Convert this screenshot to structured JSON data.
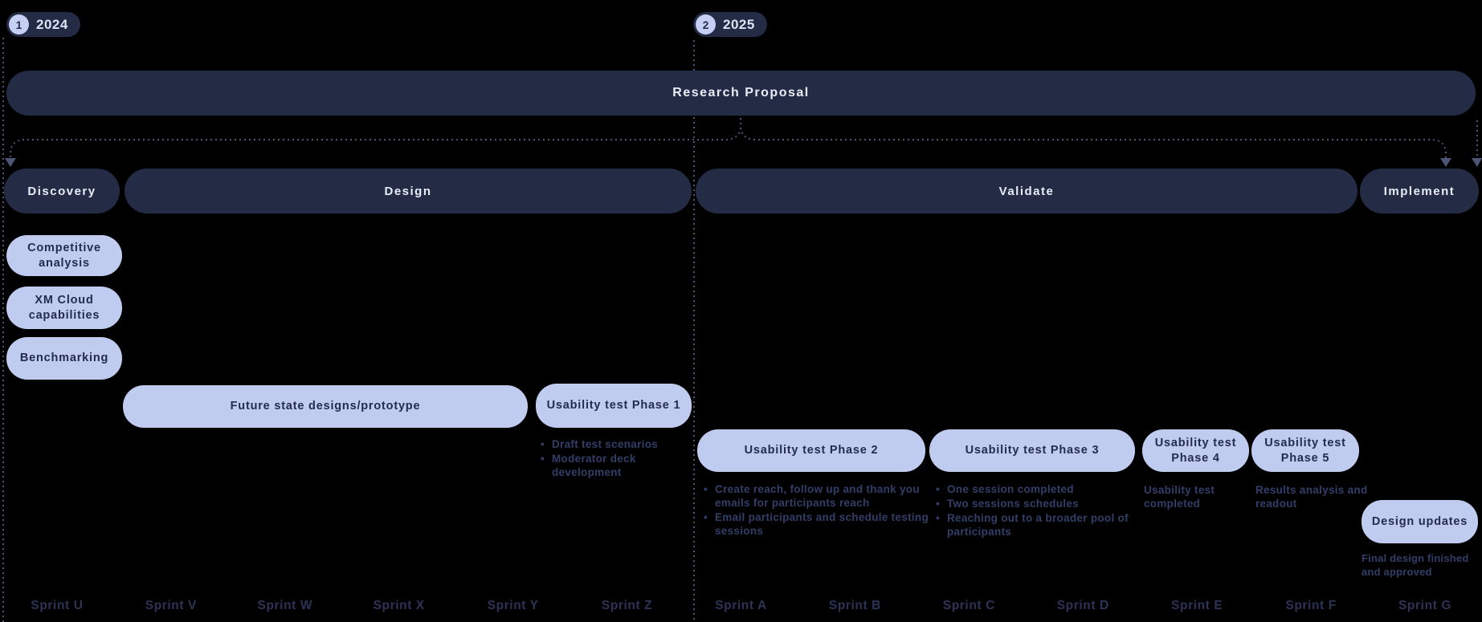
{
  "years": [
    {
      "index": "1",
      "label": "2024"
    },
    {
      "index": "2",
      "label": "2025"
    }
  ],
  "proposal": {
    "label": "Research Proposal"
  },
  "phases": [
    {
      "label": "Discovery"
    },
    {
      "label": "Design"
    },
    {
      "label": "Validate"
    },
    {
      "label": "Implement"
    }
  ],
  "discovery_activities": [
    {
      "label": "Competitive analysis"
    },
    {
      "label": "XM Cloud capabilities"
    },
    {
      "label": "Benchmarking"
    }
  ],
  "design_activities": [
    {
      "label": "Future state designs/prototype"
    },
    {
      "label": "Usability test Phase 1",
      "notes": [
        "Draft test scenarios",
        "Moderator deck development"
      ]
    }
  ],
  "validate_activities": [
    {
      "label": "Usability test Phase 2",
      "notes": [
        "Create reach, follow up and thank you emails for participants reach",
        "Email participants and schedule testing sessions"
      ]
    },
    {
      "label": "Usability test Phase 3",
      "notes": [
        "One session completed",
        "Two sessions schedules",
        "Reaching out to a broader pool of participants"
      ]
    },
    {
      "label": "Usability test Phase 4",
      "note": "Usability test completed"
    },
    {
      "label": "Usability test Phase 5",
      "note": "Results analysis and readout"
    }
  ],
  "implement_activities": [
    {
      "label": "Design updates",
      "note": "Final design finished and approved"
    }
  ],
  "sprints": [
    "Sprint U",
    "Sprint V",
    "Sprint W",
    "Sprint X",
    "Sprint Y",
    "Sprint Z",
    "Sprint A",
    "Sprint B",
    "Sprint C",
    "Sprint D",
    "Sprint E",
    "Sprint F",
    "Sprint G"
  ],
  "colors": {
    "background": "#000000",
    "bar_dark": "#242b45",
    "pill_light": "#c0cbf0",
    "text_on_dark": "#e9edf8",
    "text_on_light": "#232c4e",
    "note_text": "#333e68",
    "sprint_text": "#2c3456",
    "connector": "#4d5677",
    "badge_circle": "#c6d0f4"
  }
}
